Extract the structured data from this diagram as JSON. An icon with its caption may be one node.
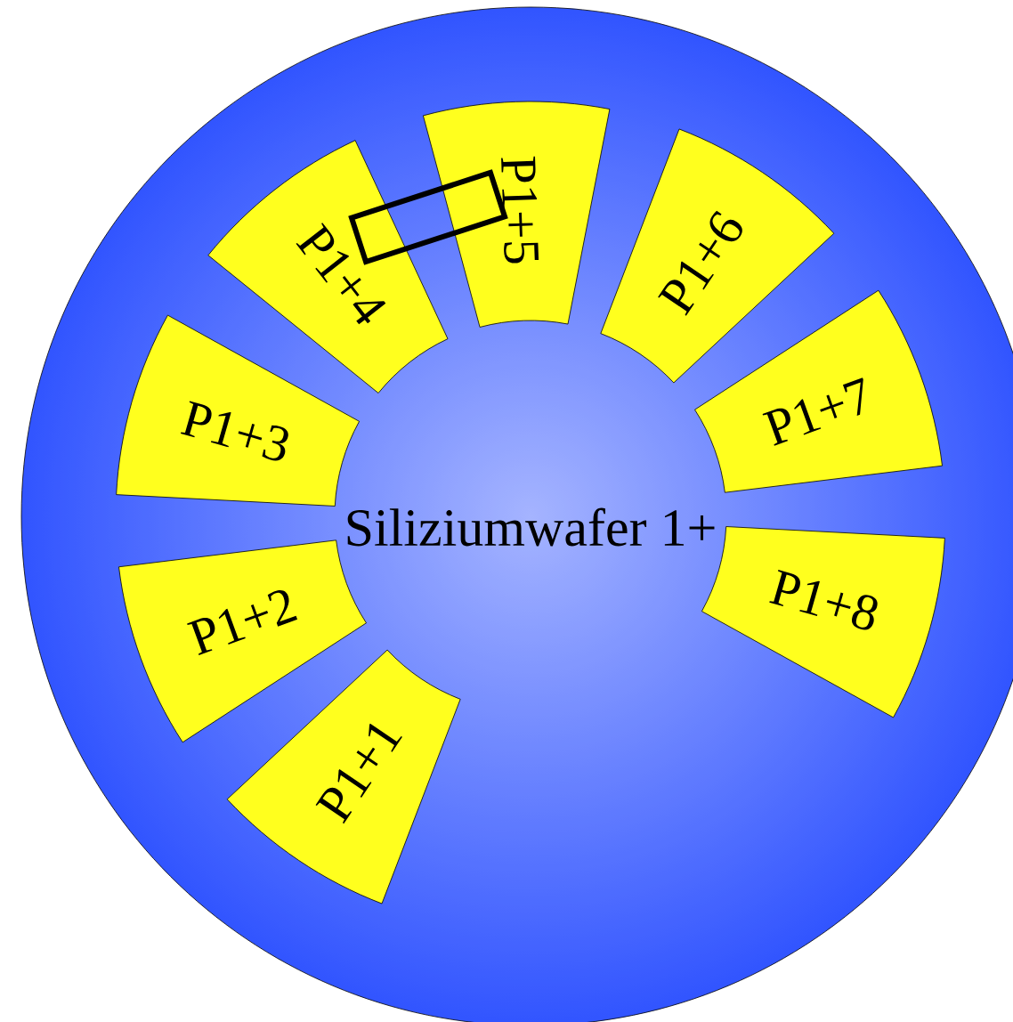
{
  "diagram": {
    "nodes": [
      {
        "text": [
          "Siliziumwafer 1+"
        ]
      },
      {
        "text": [
          "P1+1"
        ],
        "in": 0
      },
      {
        "text": [
          "P1+2"
        ],
        "in": 0
      },
      {
        "text": [
          "P1+3"
        ],
        "in": 0
      },
      {
        "text": [
          "P1+4"
        ],
        "in": 0
      },
      {
        "text": [
          "P1+5"
        ],
        "in": 0
      },
      {
        "text": [
          "P1+6"
        ],
        "in": 0
      },
      {
        "text": [
          "P1+7"
        ],
        "in": 0
      },
      {
        "text": [
          "P1+8"
        ],
        "in": 0
      },
      {
        "text": [],
        "shape": "box",
        "in": 0
      }
    ]
  }
}
